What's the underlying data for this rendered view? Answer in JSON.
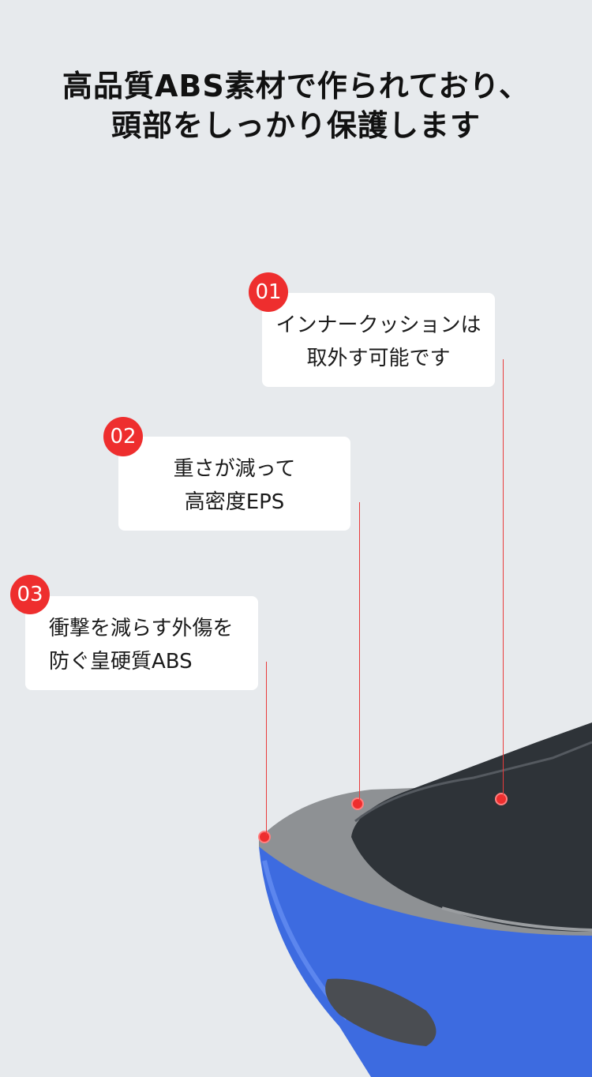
{
  "title": {
    "line1": "高品質ABS素材で作られており、",
    "line2": "頭部をしっかり保護します"
  },
  "callouts": [
    {
      "number": "01",
      "line1": "インナークッションは",
      "line2": "取外す可能です"
    },
    {
      "number": "02",
      "line1": "重さが減って",
      "line2": "高密度EPS"
    },
    {
      "number": "03",
      "line1": "衝撃を減らす外傷を",
      "line2": "防ぐ皇硬質ABS"
    }
  ],
  "colors": {
    "accent": "#ee2e2e",
    "shell": "#3d6be0",
    "background": "#e7eaed"
  }
}
